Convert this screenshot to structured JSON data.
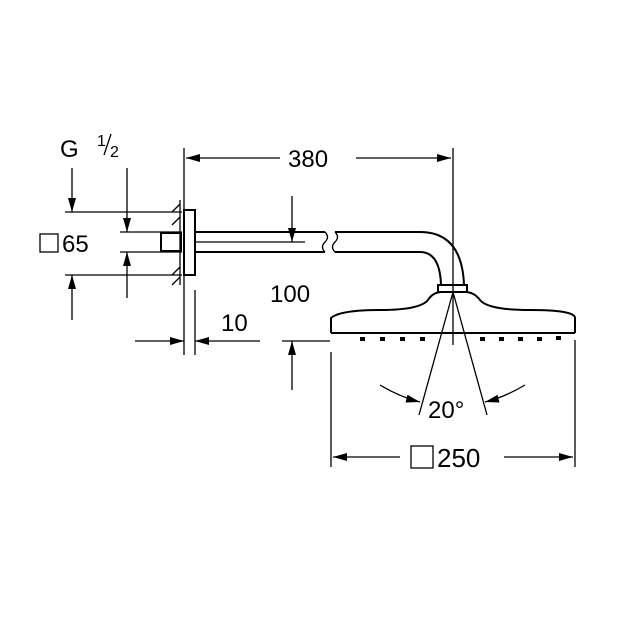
{
  "drawing": {
    "thread_label": "G",
    "thread_fraction_num": "1",
    "thread_fraction_den": "2",
    "flange_size": "65",
    "arm_length": "380",
    "drop": "100",
    "wall_gap": "10",
    "spray_angle": "20°",
    "head_size": "250",
    "square_symbol": "square-dimension-icon"
  }
}
